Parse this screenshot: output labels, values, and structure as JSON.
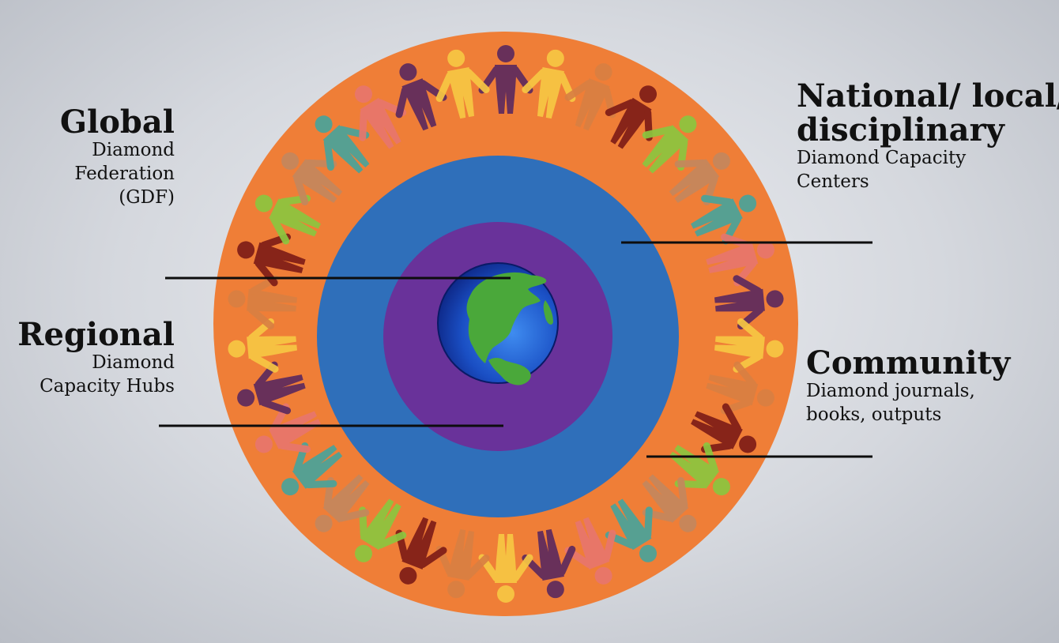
{
  "labels": {
    "global": {
      "title": "Global",
      "sub": [
        "Diamond",
        "Federation",
        "(GDF)"
      ]
    },
    "regional": {
      "title": "Regional",
      "sub": [
        "Diamond",
        "Capacity Hubs"
      ]
    },
    "national": {
      "title": [
        "National/ local/",
        "disciplinary"
      ],
      "sub": [
        "Diamond Capacity",
        "Centers"
      ]
    },
    "community": {
      "title": "Community",
      "sub": [
        "Diamond journals,",
        "books, outputs"
      ]
    }
  },
  "colors": {
    "outer_ring": "#ef7e37",
    "middle_ring": "#2f6fba",
    "inner_ring": "#69329a",
    "ocean": "#1f58c8",
    "land": "#4aa83a",
    "people": [
      "#5d2a5e",
      "#7f1d17",
      "#4aa39a",
      "#f7c744",
      "#8cc63f",
      "#e8766d",
      "#d98042",
      "#c4875d"
    ]
  },
  "icons": {
    "center": "globe-icon",
    "ring_figures": "person-icon"
  }
}
